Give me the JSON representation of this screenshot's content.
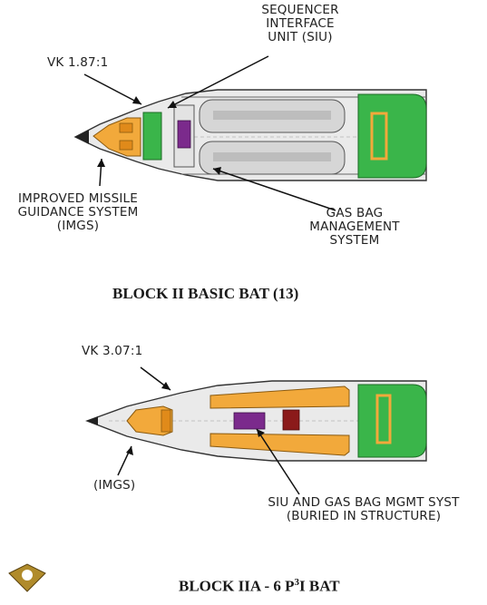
{
  "diagram1": {
    "label_siu": [
      "SEQUENCER",
      "INTERFACE",
      "UNIT (SIU)"
    ],
    "label_vk": "VK 1.87:1",
    "label_imgs": [
      "IMPROVED MISSILE",
      "GUIDANCE SYSTEM",
      "(IMGS)"
    ],
    "label_gasbag": [
      "GAS BAG",
      "MANAGEMENT",
      "SYSTEM"
    ],
    "caption": "BLOCK II BASIC BAT (13)"
  },
  "diagram2": {
    "label_vk": "VK 3.07:1",
    "label_imgs": "(IMGS)",
    "label_siu": [
      "SIU AND GAS BAG MGMT SYST",
      "(BURIED IN STRUCTURE)"
    ],
    "caption_pre": "BLOCK IIA - 6 P",
    "caption_sup": "3",
    "caption_post": "I BAT"
  },
  "colors": {
    "seeker_orange": "#f2a93b",
    "green": "#3ab54a",
    "purple": "#7b2a8c",
    "maroon": "#8b1a1a",
    "body_gray": "#d9d9d9",
    "outline": "#333333"
  }
}
